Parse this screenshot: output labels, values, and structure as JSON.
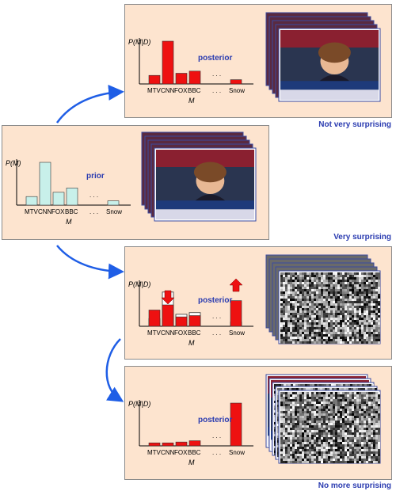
{
  "colors": {
    "panel_bg": "#fde4cf",
    "posterior_bar": "#ee1111",
    "prior_bar": "#c8f0ea",
    "label_blue": "#2a3bb0",
    "arrow_blue": "#1f5ee6"
  },
  "labels": {
    "p_md": "P(M|D)",
    "p_m": "P(M)",
    "axis_m": "M",
    "ellipsis": ". . .",
    "posterior": "posterior",
    "prior": "prior",
    "categories": [
      "MTV",
      "CNN",
      "FOX",
      "BBC",
      "Snow"
    ]
  },
  "panels": [
    {
      "caption": "Not very surprising",
      "variant": "news",
      "bars": [
        {
          "v": 0.2,
          "c": "posterior_bar"
        },
        {
          "v": 1.0,
          "c": "posterior_bar"
        },
        {
          "v": 0.25,
          "c": "posterior_bar"
        },
        {
          "v": 0.3,
          "c": "posterior_bar"
        },
        {
          "v": 0.1,
          "c": "posterior_bar"
        }
      ]
    },
    {
      "caption": "Very surprising",
      "variant": "news",
      "bars": [
        {
          "v": 0.2,
          "c": "prior_bar"
        },
        {
          "v": 1.0,
          "c": "prior_bar"
        },
        {
          "v": 0.3,
          "c": "prior_bar"
        },
        {
          "v": 0.4,
          "c": "prior_bar"
        },
        {
          "v": 0.1,
          "c": "prior_bar"
        }
      ]
    },
    {
      "caption": "",
      "variant": "snow",
      "bars": [
        {
          "v": 0.38,
          "c": "posterior_bar",
          "prev": 0.18
        },
        {
          "v": 0.5,
          "c": "posterior_bar",
          "prev": 0.8
        },
        {
          "v": 0.22,
          "c": "posterior_bar",
          "prev": 0.28
        },
        {
          "v": 0.25,
          "c": "posterior_bar",
          "prev": 0.32
        },
        {
          "v": 0.6,
          "c": "posterior_bar",
          "prev": 0.1
        }
      ]
    },
    {
      "caption": "No more surprising",
      "variant": "snow-stack",
      "bars": [
        {
          "v": 0.07,
          "c": "posterior_bar"
        },
        {
          "v": 0.07,
          "c": "posterior_bar"
        },
        {
          "v": 0.09,
          "c": "posterior_bar"
        },
        {
          "v": 0.12,
          "c": "posterior_bar"
        },
        {
          "v": 1.0,
          "c": "posterior_bar"
        }
      ]
    }
  ]
}
